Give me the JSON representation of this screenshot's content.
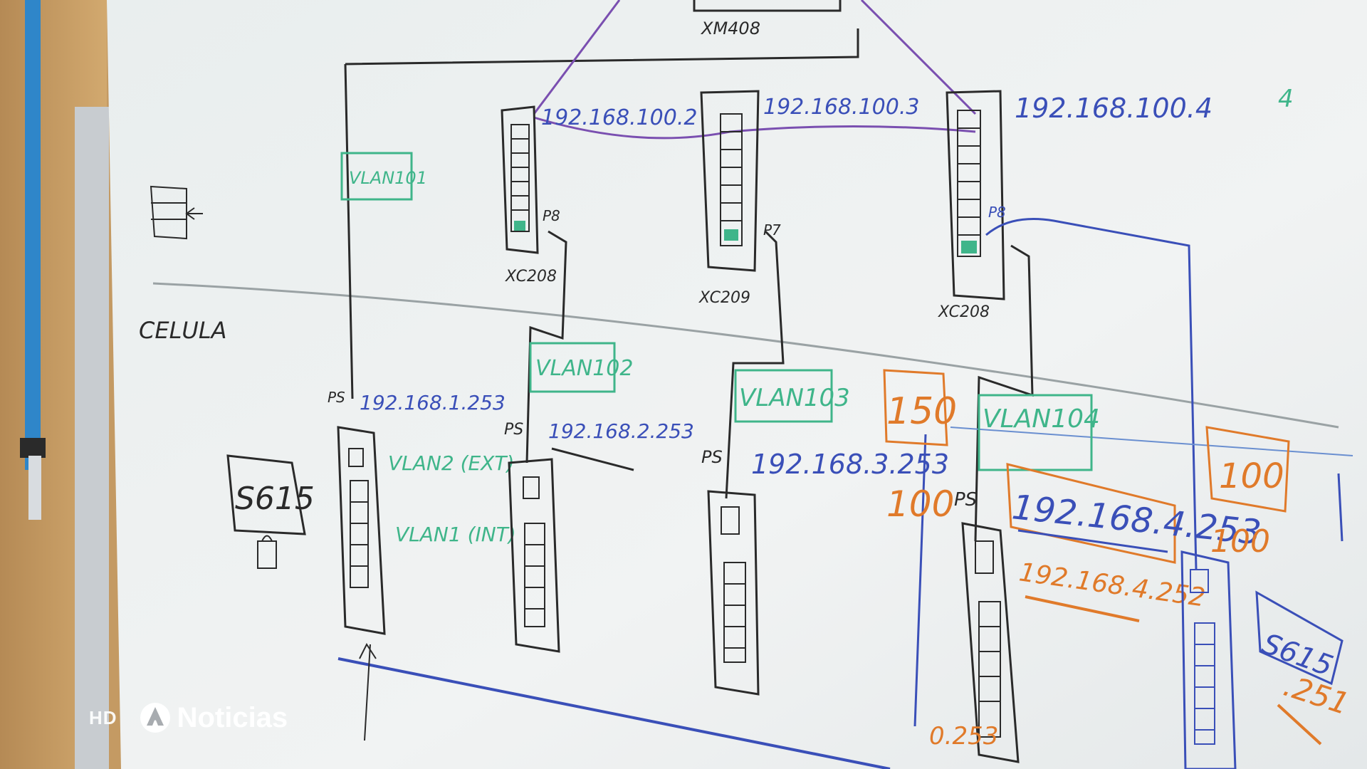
{
  "whiteboard": {
    "top_label": "XM408",
    "switches_top": [
      {
        "ip": "192.168.100.2",
        "model": "XC208",
        "port": "P8"
      },
      {
        "ip": "192.168.100.3",
        "model": "XC209",
        "port": "P7"
      },
      {
        "ip": "192.168.100.4",
        "model": "XC208",
        "port": "P8"
      }
    ],
    "section_label": "CELULA",
    "vlans": [
      "VLAN101",
      "VLAN102",
      "VLAN103",
      "VLAN104"
    ],
    "ps_label": "PS",
    "ps_ips": [
      "192.168.1.253",
      "192.168.2.253",
      "192.168.3.253",
      "192.168.4.253"
    ],
    "ps_ip_extra": "192.168.4.252",
    "vlan_notes": [
      "VLAN2 (EXT)",
      "VLAN1 (INT)"
    ],
    "plc_label": "S615",
    "plc_label_right": "S615",
    "plc_right_ip": ".251",
    "orange_boxes": [
      "150",
      "100"
    ],
    "orange_notes": [
      "100",
      "100"
    ],
    "bottom_note": "0.253",
    "top_right_note": "4"
  },
  "overlay": {
    "hd": "HD",
    "brand": "Noticias"
  },
  "colors": {
    "board": "#eef1f2",
    "marker_blue": "#3a4fb8",
    "marker_green": "#3fb58a",
    "marker_black": "#2a2a2a",
    "marker_orange": "#e07a2a",
    "marker_purple": "#7a4fb0"
  }
}
